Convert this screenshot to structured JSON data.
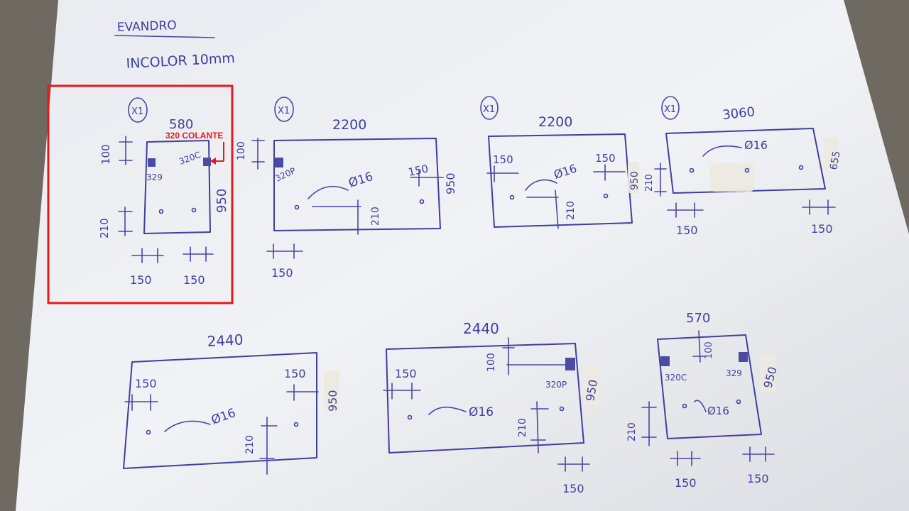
{
  "header": {
    "name": "EVANDRO",
    "spec": "INCOLOR   10mm"
  },
  "annotation": {
    "label": "320 COLANTE",
    "color": "#e8181c"
  },
  "ink_color": "#3f3fa0",
  "drawings": {
    "d1": {
      "qty": "X1",
      "width": "580",
      "height": "950",
      "top_offset": "100",
      "hole_offset_bottom": "210",
      "hole_left": "150",
      "hole_right": "150",
      "hw_left": "329",
      "hw_right": "320C"
    },
    "d2": {
      "qty": "X1",
      "width": "2200",
      "height": "950",
      "top_offset": "100",
      "hole_left": "150",
      "hole_right": "150",
      "hole_diameter": "Ø16",
      "hole_offset_bottom": "210",
      "hw": "320P"
    },
    "d3": {
      "qty": "X1",
      "width": "2200",
      "height": "950",
      "hole_left": "150",
      "hole_right": "150",
      "hole_diameter": "Ø16",
      "hole_offset_bottom": "210"
    },
    "d4": {
      "qty": "X1",
      "width": "3060",
      "height": "655",
      "hole_diameter": "Ø16",
      "hole_offset_bottom": "210",
      "hole_left": "150",
      "hole_right": "150"
    },
    "d5": {
      "width": "2440",
      "height": "950",
      "hole_left": "150",
      "hole_right": "150",
      "hole_diameter": "Ø16",
      "hole_offset_bottom": "210"
    },
    "d6": {
      "width": "2440",
      "height": "950",
      "top_offset": "100",
      "hw": "320P",
      "hole_left": "150",
      "hole_right": "150",
      "hole_diameter": "Ø16",
      "hole_offset_bottom": "210"
    },
    "d7": {
      "width": "570",
      "height": "950",
      "top_offset": "100",
      "hw_left": "320C",
      "hw_right": "329",
      "hole_diameter": "Ø16",
      "hole_offset_bottom": "210",
      "hole_left": "150",
      "hole_right": "150"
    }
  }
}
